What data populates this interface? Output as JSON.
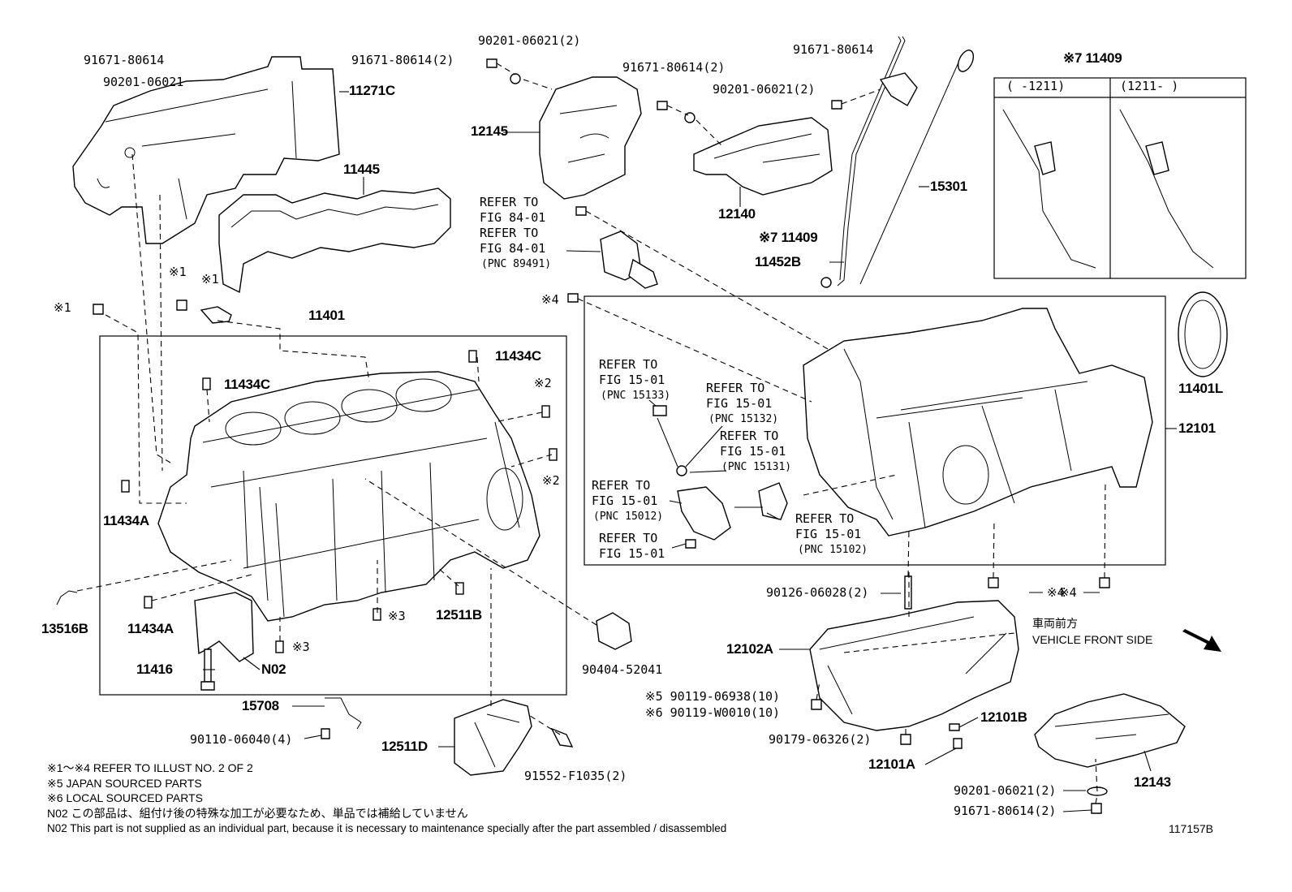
{
  "labels": {
    "p11271c": "11271C",
    "p91671_tl": "91671-80614",
    "p90201_tl": "90201-06021",
    "p91671_2a": "91671-80614(2)",
    "p90201_2a": "90201-06021(2)",
    "p12145": "12145",
    "p11445": "11445",
    "p91671_2b": "91671-80614(2)",
    "p90201_2b": "90201-06021(2)",
    "p12140": "12140",
    "p91671_top": "91671-80614",
    "p15301": "15301",
    "p11409_mid": "※7 11409",
    "p11452b": "11452B",
    "p11409_top": "※7 11409",
    "inset_col1": "(    -1211)",
    "inset_col2": "(1211-     )",
    "ref1a": "REFER TO",
    "ref1b": "FIG 84-01",
    "ref2a": "REFER TO",
    "ref2b": "FIG 84-01",
    "ref2c": "(PNC 89491)",
    "mark4a": "※4",
    "mark1a": "※1",
    "mark1b": "※1",
    "mark1c": "※1",
    "p11401": "11401",
    "p11434c_a": "11434C",
    "p11434c_b": "11434C",
    "mark2a": "※2",
    "mark2b": "※2",
    "p11434a_a": "11434A",
    "p11434a_b": "11434A",
    "p13516b": "13516B",
    "p11416": "11416",
    "pn02": "N02",
    "mark3a": "※3",
    "mark3b": "※3",
    "p12511b": "12511B",
    "p90404": "90404-52041",
    "p15708": "15708",
    "p90110": "90110-06040(4)",
    "p12511d": "12511D",
    "p91552": "91552-F1035(2)",
    "r15133a": "REFER TO",
    "r15133b": "FIG 15-01",
    "r15133c": "(PNC 15133)",
    "r15132a": "REFER TO",
    "r15132b": "FIG 15-01",
    "r15132c": "(PNC 15132)",
    "r15131a": "REFER TO",
    "r15131b": "FIG 15-01",
    "r15131c": "(PNC 15131)",
    "r15012a": "REFER TO",
    "r15012b": "FIG 15-01",
    "r15012c": "(PNC 15012)",
    "r15102a": "REFER TO",
    "r15102b": "FIG 15-01",
    "r15102c": "(PNC 15102)",
    "r1501a": "REFER TO",
    "r1501b": "FIG 15-01",
    "p11401l": "11401L",
    "p12101": "12101",
    "p90126": "90126-06028(2)",
    "mark4b": "※4",
    "mark4c": "※4",
    "front_jp": "車両前方",
    "front_en": "VEHICLE FRONT SIDE",
    "p12102a": "12102A",
    "p90119_a": "※5 90119-06938(10)",
    "p90119_b": "※6 90119-W0010(10)",
    "p12101b": "12101B",
    "p90179": "90179-06326(2)",
    "p12101a": "12101A",
    "p12143": "12143",
    "p90201_br": "90201-06021(2)",
    "p91671_br": "91671-80614(2)"
  },
  "notes": {
    "line1": "※1～※4  REFER TO ILLUST NO. 2 OF 2",
    "line2": "※5 JAPAN SOURCED PARTS",
    "line3": "※6 LOCAL SOURCED PARTS",
    "line4": "N02  この部品は、組付け後の特殊な加工が必要なため、単品では補給していません",
    "line5": "N02  This part is not supplied as an individual part, because it is necessary to maintenance specially after the part assembled / disassembled",
    "illust_no": "117157B"
  }
}
